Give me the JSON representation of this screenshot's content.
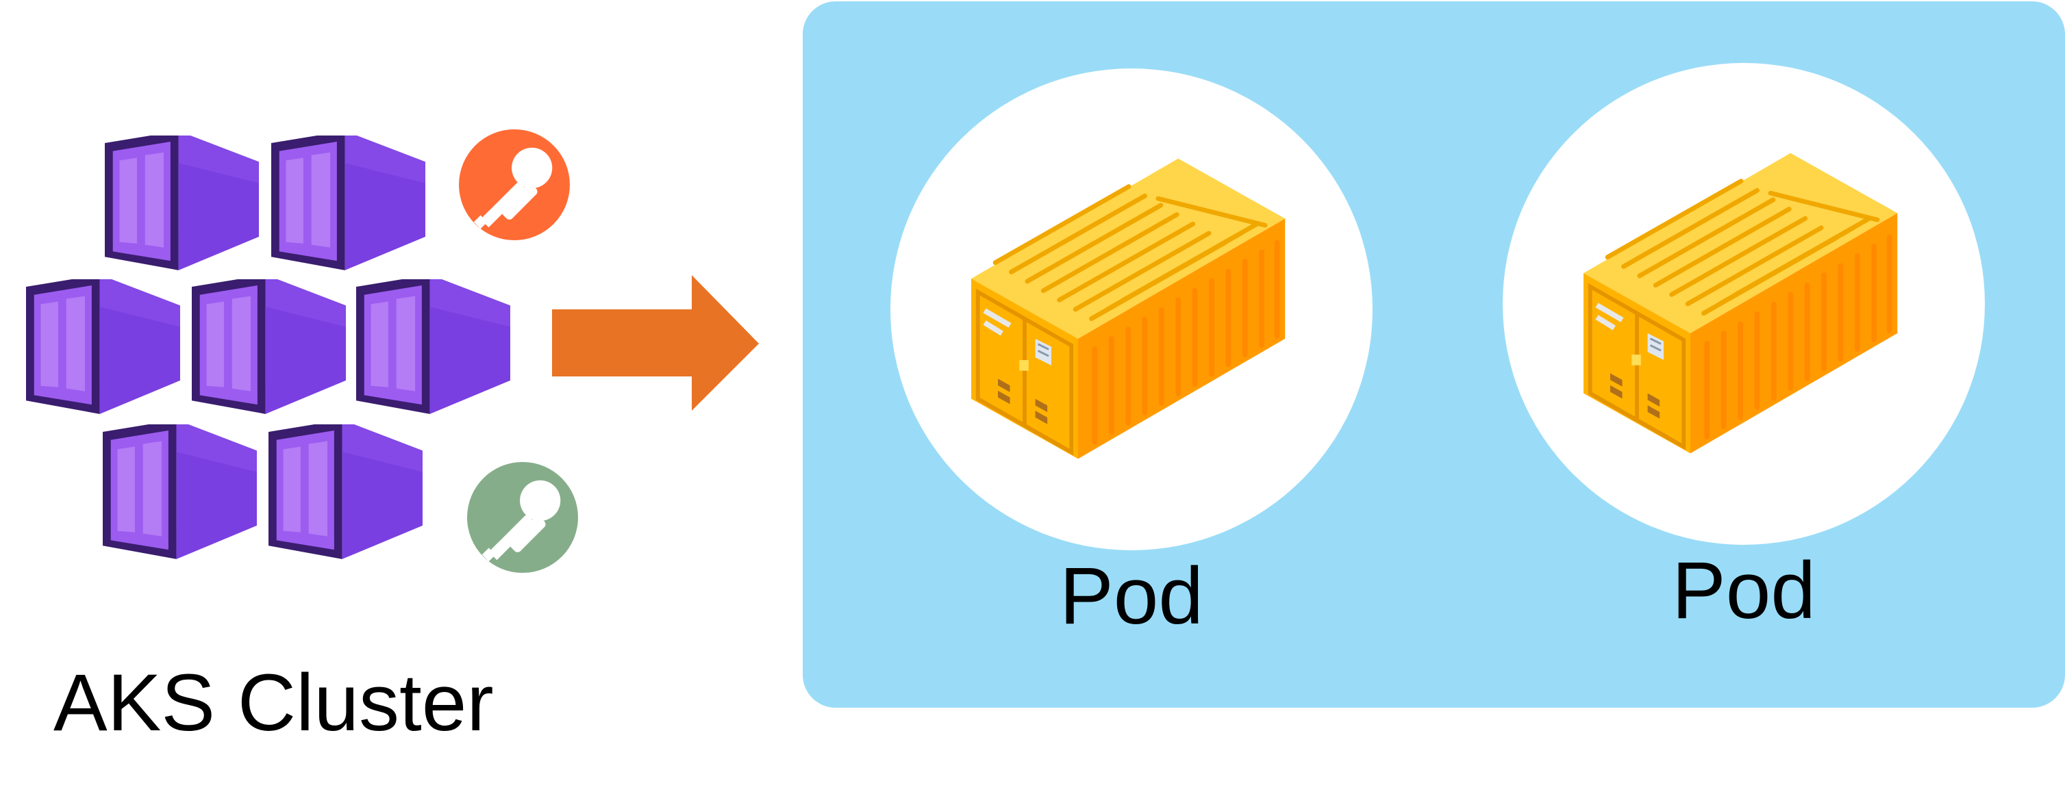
{
  "cluster": {
    "label": "AKS Cluster",
    "icon": "aks-cluster-icon",
    "keys": [
      {
        "icon": "key-icon",
        "color": "#ff6b35"
      },
      {
        "icon": "key-icon",
        "color": "#86ad8a"
      }
    ]
  },
  "arrow": {
    "icon": "arrow-right-icon",
    "color": "#e87324"
  },
  "pods_panel": {
    "color": "#9adcf7",
    "pods": [
      {
        "label": "Pod",
        "icon": "shipping-container-icon"
      },
      {
        "label": "Pod",
        "icon": "shipping-container-icon"
      }
    ]
  },
  "colors": {
    "cube_front": "#a66bf0",
    "cube_side": "#7a3fe0",
    "cube_outline": "#3a1d6e",
    "container_top": "#ffd54a",
    "container_side": "#ff9b00",
    "container_front": "#ffb300"
  }
}
